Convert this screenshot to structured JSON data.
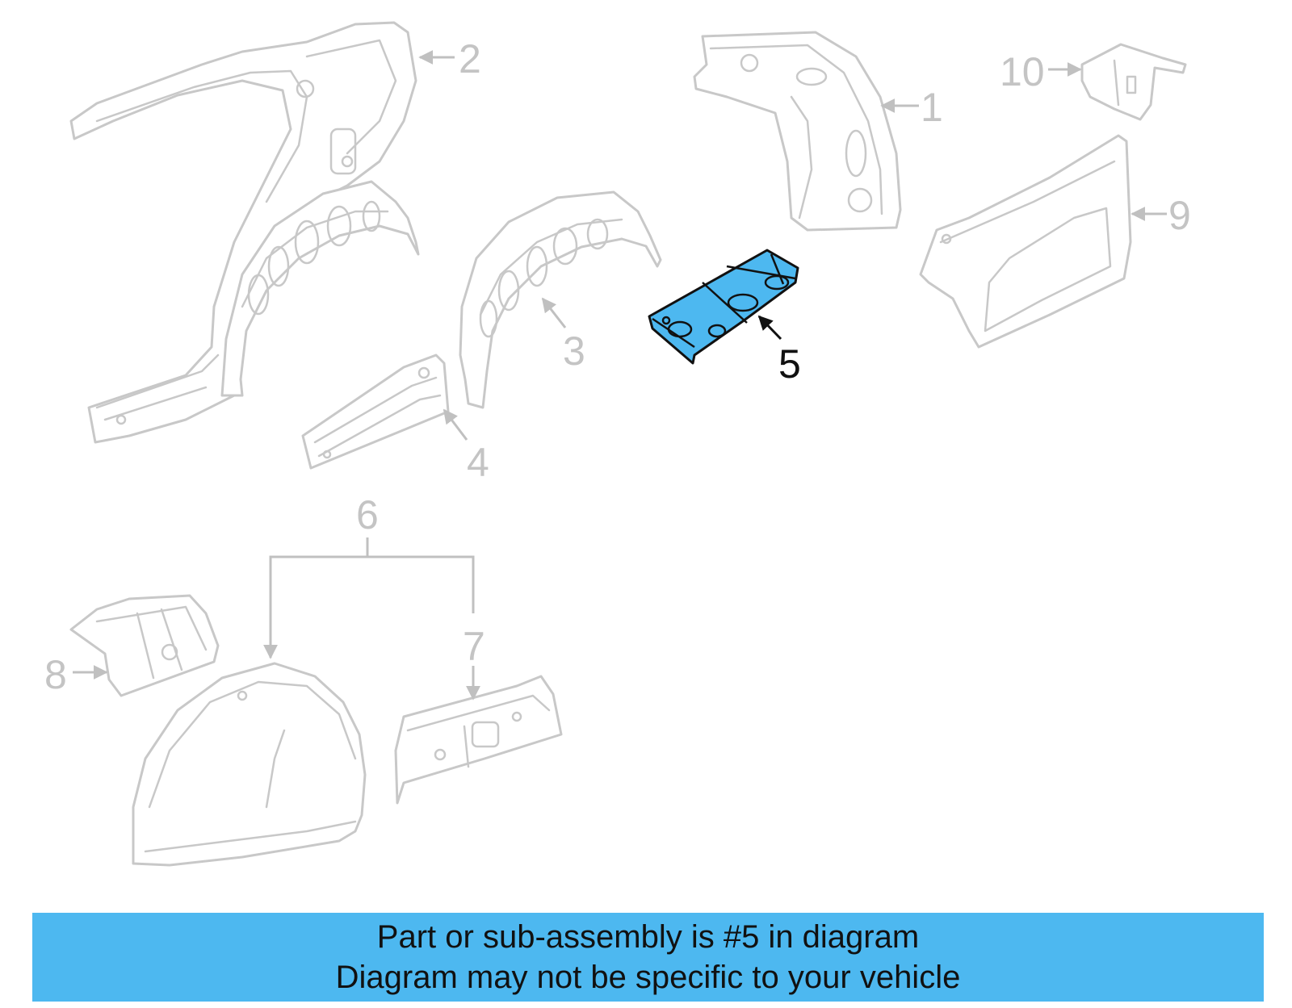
{
  "colors": {
    "highlight": "#4db8f0",
    "ghost_line": "#c8c8c8",
    "ink": "#111111",
    "banner": "#4db8f0"
  },
  "callouts": {
    "c1": "1",
    "c2": "2",
    "c3": "3",
    "c4": "4",
    "c5": "5",
    "c6": "6",
    "c7": "7",
    "c8": "8",
    "c9": "9",
    "c10": "10"
  },
  "banner": {
    "line1": "Part or sub-assembly is #5 in diagram",
    "line2": "Diagram may not be specific to your vehicle"
  }
}
